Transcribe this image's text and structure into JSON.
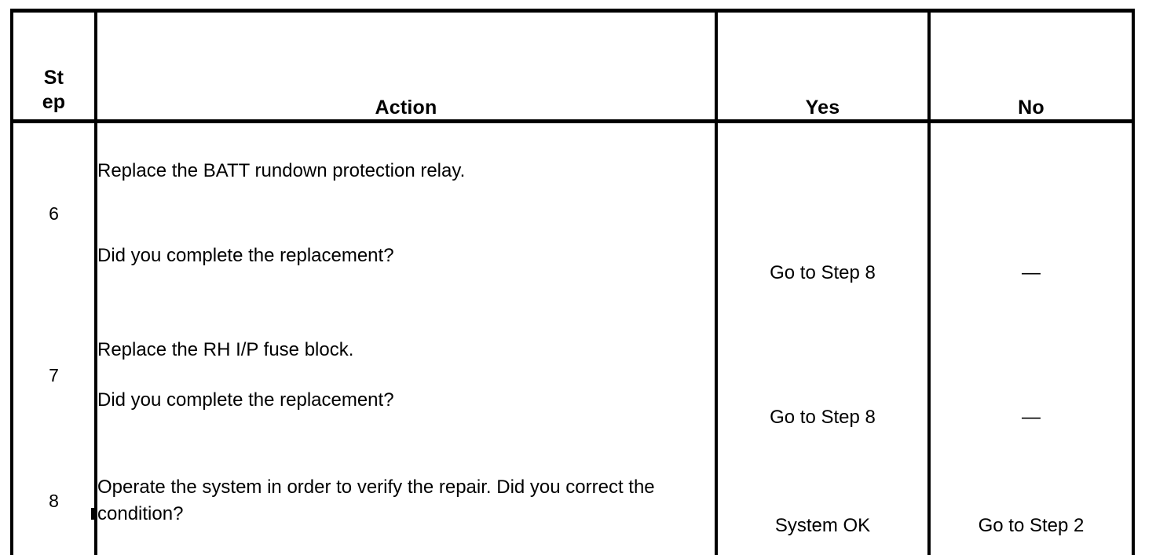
{
  "table": {
    "headers": {
      "step_line1": "St",
      "step_line2": "ep",
      "action": "Action",
      "yes": "Yes",
      "no": "No"
    },
    "rows": [
      {
        "step": "6",
        "action_lead": "Replace the BATT rundown protection relay.",
        "action_question": "Did you complete the replacement?",
        "yes": "Go to Step 8",
        "no": "—"
      },
      {
        "step": "7",
        "action_lead": "Replace the RH I/P fuse block.",
        "action_question": "Did you complete the replacement?",
        "yes": "Go to Step 8",
        "no": "—"
      },
      {
        "step": "8",
        "action_lead": "",
        "action_question": "Operate the system in order to verify the repair. Did you correct the condition?",
        "yes": "System OK",
        "no": "Go to Step 2"
      }
    ]
  },
  "style": {
    "border_color": "#000000",
    "text_color": "#000000",
    "background": "#ffffff"
  }
}
